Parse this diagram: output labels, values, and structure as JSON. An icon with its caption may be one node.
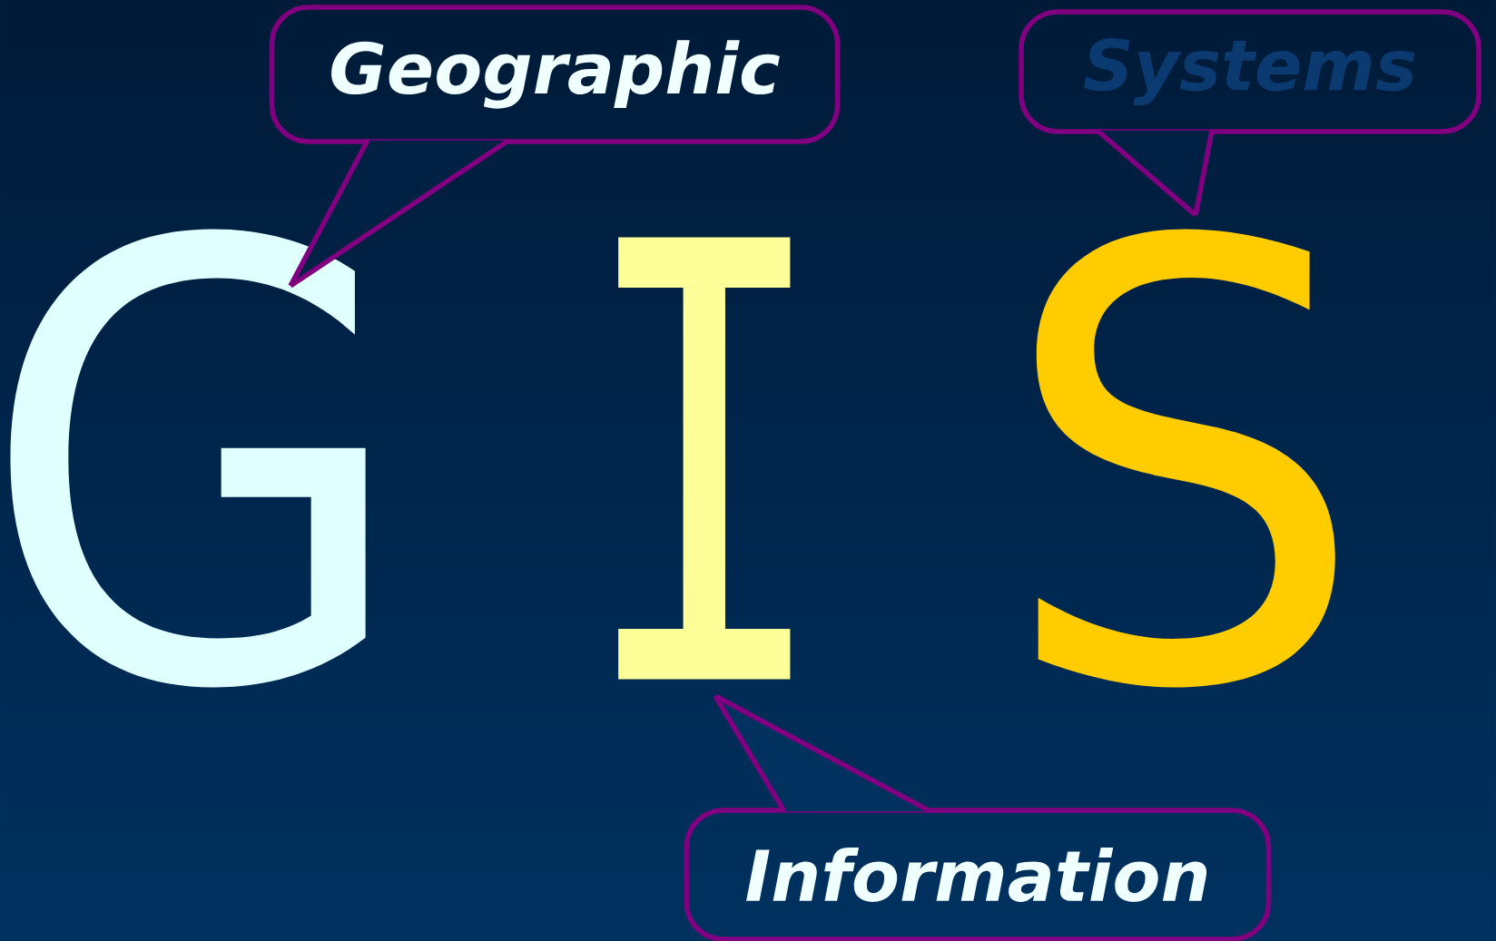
{
  "diagram": {
    "nodes": [
      {
        "text": [
          "Geographic"
        ]
      },
      {
        "text": [
          "G"
        ]
      },
      {
        "text": [
          "I"
        ]
      },
      {
        "text": [
          "S"
        ]
      },
      {
        "text": [
          "Systems"
        ]
      },
      {
        "text": [
          "Information"
        ]
      }
    ],
    "edges": [
      {
        "from": 0,
        "to": 1,
        "arrow": "none"
      },
      {
        "from": 4,
        "to": 3,
        "arrow": "none"
      },
      {
        "from": 5,
        "to": 2,
        "arrow": "none"
      }
    ]
  }
}
